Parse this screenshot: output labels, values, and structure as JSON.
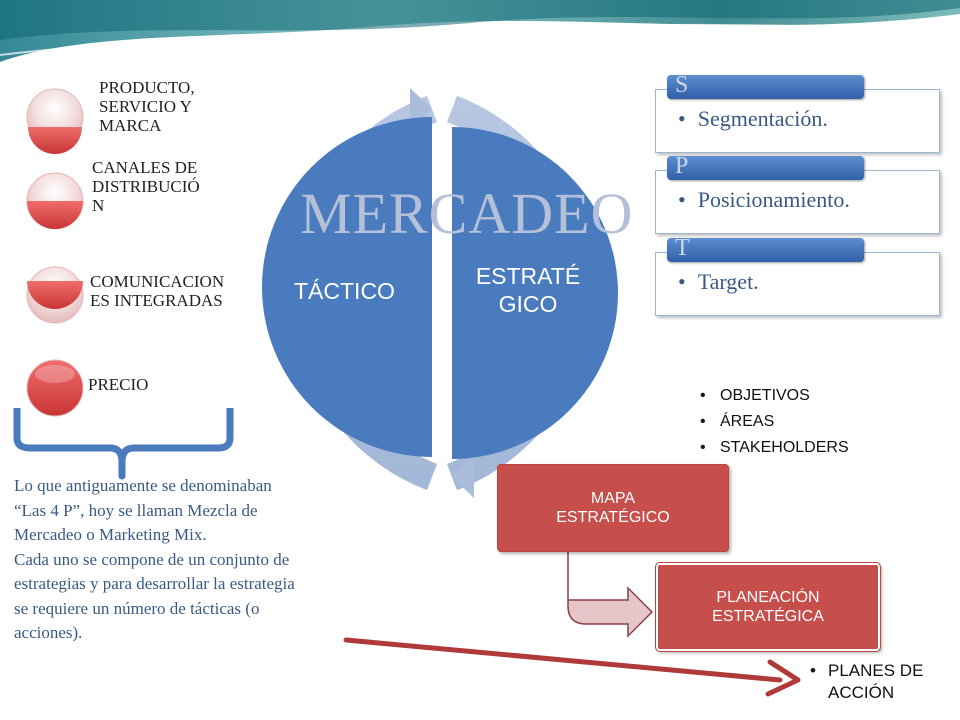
{
  "diagram": {
    "title": "MERCADEO",
    "left_half": "TÁCTICO",
    "right_half": [
      "ESTRATÉ",
      "GICO"
    ]
  },
  "four_p": [
    {
      "label": [
        "PRODUCTO,",
        "SERVICIO Y",
        "MARCA"
      ]
    },
    {
      "label": [
        "CANALES DE",
        "DISTRIBUCIÓ",
        "N"
      ]
    },
    {
      "label": [
        "COMUNICACION",
        "ES INTEGRADAS"
      ]
    },
    {
      "label": [
        "PRECIO"
      ]
    }
  ],
  "spt": [
    {
      "letter": "S",
      "text": "Segmentación."
    },
    {
      "letter": "P",
      "text": "Posicionamiento."
    },
    {
      "letter": "T",
      "text": "Target."
    }
  ],
  "description": [
    "Lo que antiguamente se denominaban",
    "“Las 4 P”, hoy se llaman Mezcla de",
    "Mercadeo o Marketing Mix.",
    "Cada uno se compone de un conjunto de",
    "estrategias y para desarrollar la estrategia",
    "se requiere un número de tácticas (o",
    "acciones)."
  ],
  "strategy_bullets": [
    "OBJETIVOS",
    "ÁREAS",
    "STAKEHOLDERS"
  ],
  "process": {
    "box1": [
      "MAPA",
      "ESTRATÉGICO"
    ],
    "box2": [
      "PLANEACIÓN",
      "ESTRATÉGICA"
    ]
  },
  "plans": [
    "PLANES DE",
    "ACCIÓN"
  ],
  "colors": {
    "circle_blue": "#4a7bbf",
    "ring": "#a9bddb",
    "red_box": "#c64f4b",
    "dark_red_arrow": "#b03a3a",
    "text_blue": "#3a5a86"
  }
}
